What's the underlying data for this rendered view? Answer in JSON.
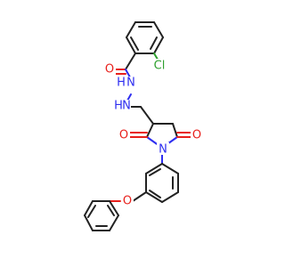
{
  "molecule": {
    "atoms": {
      "carbonyl_o_top": "O",
      "hydrazide_nh_1": "N",
      "hydrazide_nh_2": "N",
      "hydrazide_h_1": "H",
      "hydrazide_h_2": "H",
      "chlorine": "Cl",
      "ring_o_left": "O",
      "ring_o_right": "O",
      "ring_n": "N",
      "ether_o": "O"
    },
    "colors": {
      "carbon_bond": "#222222",
      "oxygen": "#e8201c",
      "nitrogen": "#2d2df0",
      "chlorine": "#2ea02e"
    }
  }
}
